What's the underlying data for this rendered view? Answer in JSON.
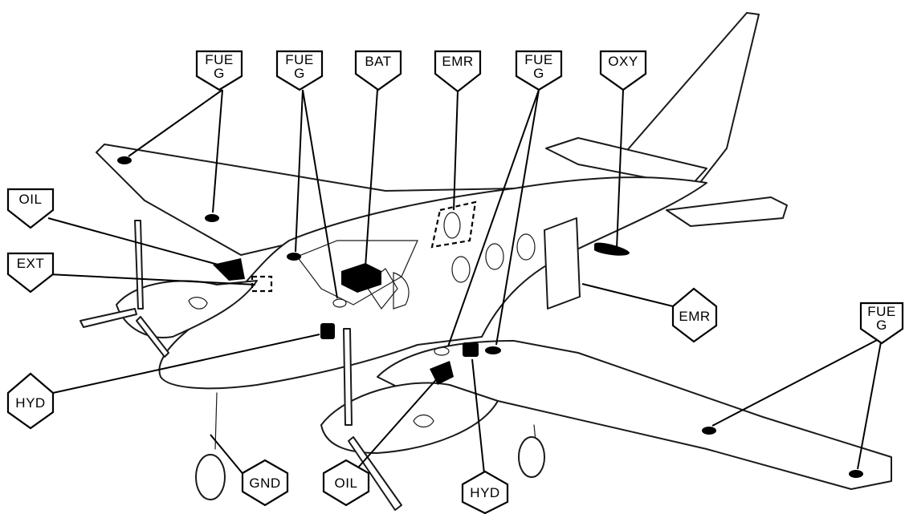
{
  "diagram": {
    "callouts": [
      {
        "id": "fueg-left-tip",
        "lines": [
          "FUE",
          "G"
        ]
      },
      {
        "id": "fueg-left-wing",
        "lines": [
          "FUE",
          "G"
        ]
      },
      {
        "id": "bat",
        "lines": [
          "BAT"
        ]
      },
      {
        "id": "emr-top",
        "lines": [
          "EMR"
        ]
      },
      {
        "id": "fueg-right-wing",
        "lines": [
          "FUE",
          "G"
        ]
      },
      {
        "id": "oxy",
        "lines": [
          "OXY"
        ]
      },
      {
        "id": "oil-left",
        "lines": [
          "OIL"
        ]
      },
      {
        "id": "ext",
        "lines": [
          "EXT"
        ]
      },
      {
        "id": "emr-door",
        "lines": [
          "EMR"
        ]
      },
      {
        "id": "fueg-right-tip",
        "lines": [
          "FUE",
          "G"
        ]
      },
      {
        "id": "hyd-left",
        "lines": [
          "HYD"
        ]
      },
      {
        "id": "gnd",
        "lines": [
          "GND"
        ]
      },
      {
        "id": "oil-right",
        "lines": [
          "OIL"
        ]
      },
      {
        "id": "hyd-right",
        "lines": [
          "HYD"
        ]
      }
    ],
    "colors": {
      "ink": "#000000",
      "paper": "#ffffff"
    }
  }
}
